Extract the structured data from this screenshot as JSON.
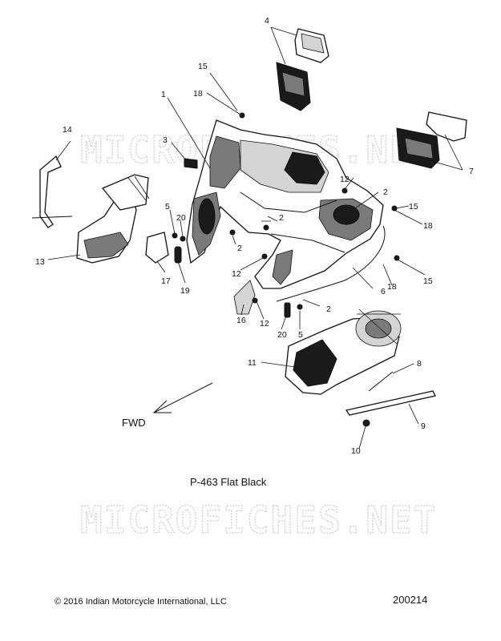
{
  "watermark": "MICROFICHES.NET",
  "callouts": [
    "1",
    "2",
    "2",
    "2",
    "2",
    "3",
    "4",
    "5",
    "5",
    "6",
    "7",
    "8",
    "9",
    "10",
    "11",
    "12",
    "12",
    "12",
    "13",
    "14",
    "15",
    "15",
    "15",
    "16",
    "17",
    "18",
    "18",
    "18",
    "19",
    "20",
    "20"
  ],
  "direction_label": "FWD",
  "paint_note": "P-463  Flat Black",
  "copyright": "© 2016 Indian Motorcycle International, LLC",
  "figure_number": "200214"
}
